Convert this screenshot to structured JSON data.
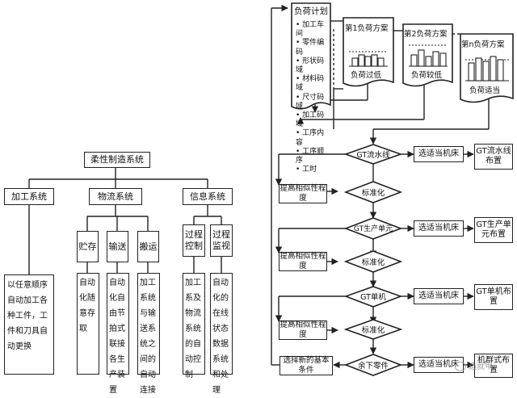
{
  "left_tree": {
    "root": "柔性制造系统",
    "sub_machining": "加工系统",
    "sub_logistics": "物流系统",
    "sub_info": "信息系统",
    "leaf_storage": "贮存",
    "leaf_transport": "输送",
    "leaf_handling": "搬运",
    "leaf_process_control": "过程控制",
    "leaf_process_monitor": "过程监视",
    "desc_machining": "以任意顺序自动加工各种工件，工件和刀具自动更换",
    "desc_storage": "自动化随意存取",
    "desc_transport": "自动化自由节拍式联接各生产装置",
    "desc_handling": "加工系统与输送系统之间的自动连接",
    "desc_control": "加工系及物流系统的自动控制",
    "desc_monitor": "自动化的在线状态数据系统和处理"
  },
  "load_plan": {
    "title": "负荷计划",
    "items": [
      "加工车间",
      "零件编码",
      "形状码域",
      "材料码域",
      "尺寸码域",
      "加工码域",
      "工序内容",
      "工序顺序",
      "工时"
    ]
  },
  "schemes": [
    {
      "title": "第1负荷方案",
      "caption": "负荷过低"
    },
    {
      "title": "第2负荷方案",
      "caption": "负荷较低"
    },
    {
      "title": "第n负荷方案",
      "caption": "负荷适当"
    }
  ],
  "flow": {
    "d1": "GT流水线",
    "d2": "GT生产单元",
    "d3": "GT单机",
    "d4": "余下零件",
    "std1": "标准化",
    "std2": "标准化",
    "std3": "标准化",
    "select1": "选适当机床",
    "select2": "选适当机床",
    "select3": "选适当机床",
    "select4": "选适当机床",
    "improve1": "提高相似性程度",
    "improve2": "提高相似性程度",
    "improve3": "提高相似性程度",
    "layout1": "GT流水线布置",
    "layout2": "GT生产单元布置",
    "layout3": "GT单机布置",
    "layout4": "机群式布置",
    "new_condition": "选择新的基本条件"
  },
  "watermark": "造就甲"
}
